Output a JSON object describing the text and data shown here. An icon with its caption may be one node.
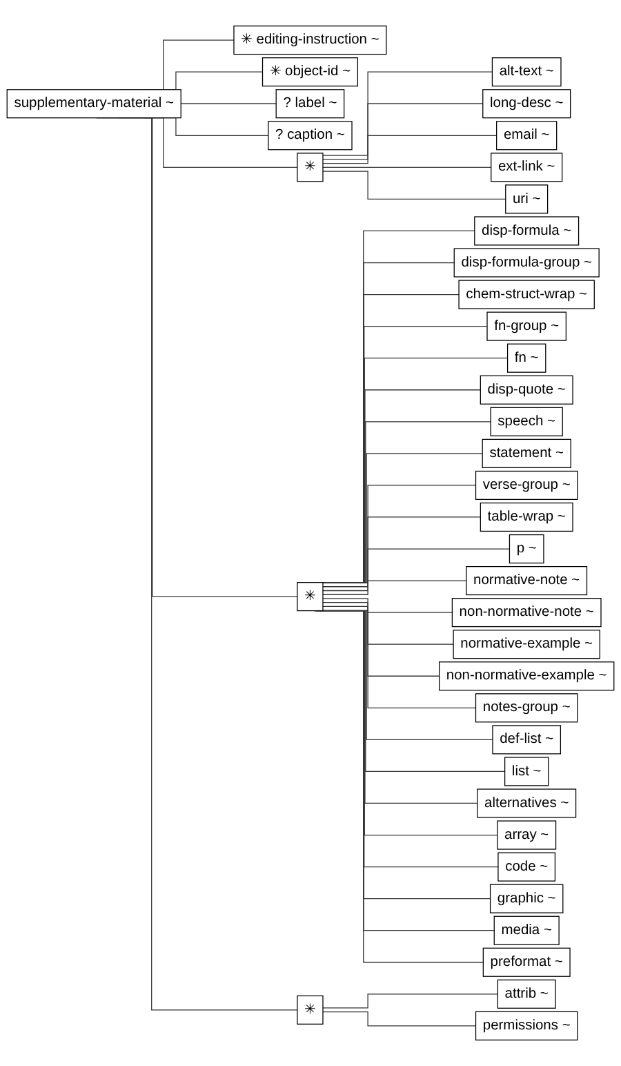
{
  "diagram": {
    "nodes": [
      {
        "text": [
          "supplementary-material ~"
        ]
      },
      {
        "text": [
          "✳ editing-instruction ~"
        ]
      },
      {
        "text": [
          "✳ object-id ~"
        ]
      },
      {
        "text": [
          "? label ~"
        ]
      },
      {
        "text": [
          "? caption ~"
        ]
      },
      {
        "text": [
          "✳"
        ]
      },
      {
        "text": [
          "alt-text ~"
        ]
      },
      {
        "text": [
          "long-desc ~"
        ]
      },
      {
        "text": [
          "email ~"
        ]
      },
      {
        "text": [
          "ext-link ~"
        ]
      },
      {
        "text": [
          "uri ~"
        ]
      },
      {
        "text": [
          "✳"
        ]
      },
      {
        "text": [
          "disp-formula ~"
        ]
      },
      {
        "text": [
          "disp-formula-group ~"
        ]
      },
      {
        "text": [
          "chem-struct-wrap ~"
        ]
      },
      {
        "text": [
          "fn-group ~"
        ]
      },
      {
        "text": [
          "fn ~"
        ]
      },
      {
        "text": [
          "disp-quote ~"
        ]
      },
      {
        "text": [
          "speech ~"
        ]
      },
      {
        "text": [
          "statement ~"
        ]
      },
      {
        "text": [
          "verse-group ~"
        ]
      },
      {
        "text": [
          "table-wrap ~"
        ]
      },
      {
        "text": [
          "p ~"
        ]
      },
      {
        "text": [
          "normative-note ~"
        ]
      },
      {
        "text": [
          "non-normative-note ~"
        ]
      },
      {
        "text": [
          "normative-example ~"
        ]
      },
      {
        "text": [
          "non-normative-example ~"
        ]
      },
      {
        "text": [
          "notes-group ~"
        ]
      },
      {
        "text": [
          "def-list ~"
        ]
      },
      {
        "text": [
          "list ~"
        ]
      },
      {
        "text": [
          "alternatives ~"
        ]
      },
      {
        "text": [
          "array ~"
        ]
      },
      {
        "text": [
          "code ~"
        ]
      },
      {
        "text": [
          "graphic ~"
        ]
      },
      {
        "text": [
          "media ~"
        ]
      },
      {
        "text": [
          "preformat ~"
        ]
      },
      {
        "text": [
          "✳"
        ]
      },
      {
        "text": [
          "attrib ~"
        ]
      },
      {
        "text": [
          "permissions ~"
        ]
      }
    ],
    "edges": [
      {
        "from": 0,
        "to": 1,
        "arrow": "none"
      },
      {
        "from": 0,
        "to": 2,
        "arrow": "none"
      },
      {
        "from": 0,
        "to": 3,
        "arrow": "none"
      },
      {
        "from": 0,
        "to": 4,
        "arrow": "none"
      },
      {
        "from": 0,
        "to": 5,
        "arrow": "none"
      },
      {
        "from": 5,
        "to": 6,
        "arrow": "none"
      },
      {
        "from": 5,
        "to": 7,
        "arrow": "none"
      },
      {
        "from": 5,
        "to": 8,
        "arrow": "none"
      },
      {
        "from": 5,
        "to": 9,
        "arrow": "none"
      },
      {
        "from": 5,
        "to": 10,
        "arrow": "none"
      },
      {
        "from": 0,
        "to": 11,
        "arrow": "none"
      },
      {
        "from": 11,
        "to": 12,
        "arrow": "none"
      },
      {
        "from": 11,
        "to": 13,
        "arrow": "none"
      },
      {
        "from": 11,
        "to": 14,
        "arrow": "none"
      },
      {
        "from": 11,
        "to": 15,
        "arrow": "none"
      },
      {
        "from": 11,
        "to": 16,
        "arrow": "none"
      },
      {
        "from": 11,
        "to": 17,
        "arrow": "none"
      },
      {
        "from": 11,
        "to": 18,
        "arrow": "none"
      },
      {
        "from": 11,
        "to": 19,
        "arrow": "none"
      },
      {
        "from": 11,
        "to": 20,
        "arrow": "none"
      },
      {
        "from": 11,
        "to": 21,
        "arrow": "none"
      },
      {
        "from": 11,
        "to": 22,
        "arrow": "none"
      },
      {
        "from": 11,
        "to": 23,
        "arrow": "none"
      },
      {
        "from": 11,
        "to": 24,
        "arrow": "none"
      },
      {
        "from": 11,
        "to": 25,
        "arrow": "none"
      },
      {
        "from": 11,
        "to": 26,
        "arrow": "none"
      },
      {
        "from": 11,
        "to": 27,
        "arrow": "none"
      },
      {
        "from": 11,
        "to": 28,
        "arrow": "none"
      },
      {
        "from": 11,
        "to": 29,
        "arrow": "none"
      },
      {
        "from": 11,
        "to": 30,
        "arrow": "none"
      },
      {
        "from": 11,
        "to": 31,
        "arrow": "none"
      },
      {
        "from": 11,
        "to": 32,
        "arrow": "none"
      },
      {
        "from": 11,
        "to": 33,
        "arrow": "none"
      },
      {
        "from": 11,
        "to": 34,
        "arrow": "none"
      },
      {
        "from": 11,
        "to": 35,
        "arrow": "none"
      },
      {
        "from": 0,
        "to": 36,
        "arrow": "none"
      },
      {
        "from": 36,
        "to": 37,
        "arrow": "none"
      },
      {
        "from": 36,
        "to": 38,
        "arrow": "none"
      }
    ]
  }
}
